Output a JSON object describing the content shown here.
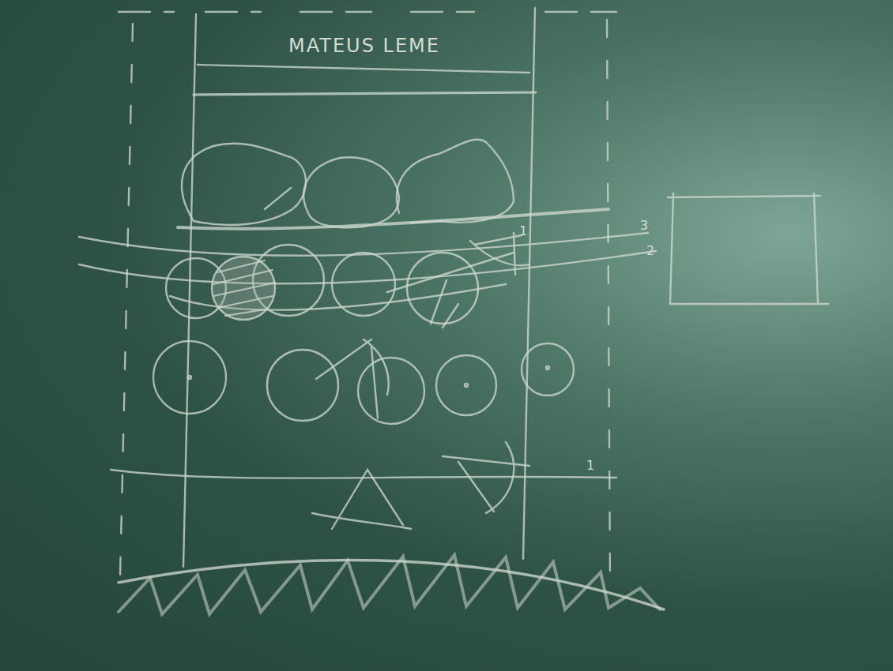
{
  "diagram": {
    "nodes": [
      {
        "text": [
          "MATEUS LEME"
        ]
      }
    ],
    "labels": [
      "1",
      "3",
      "2",
      "1"
    ]
  }
}
